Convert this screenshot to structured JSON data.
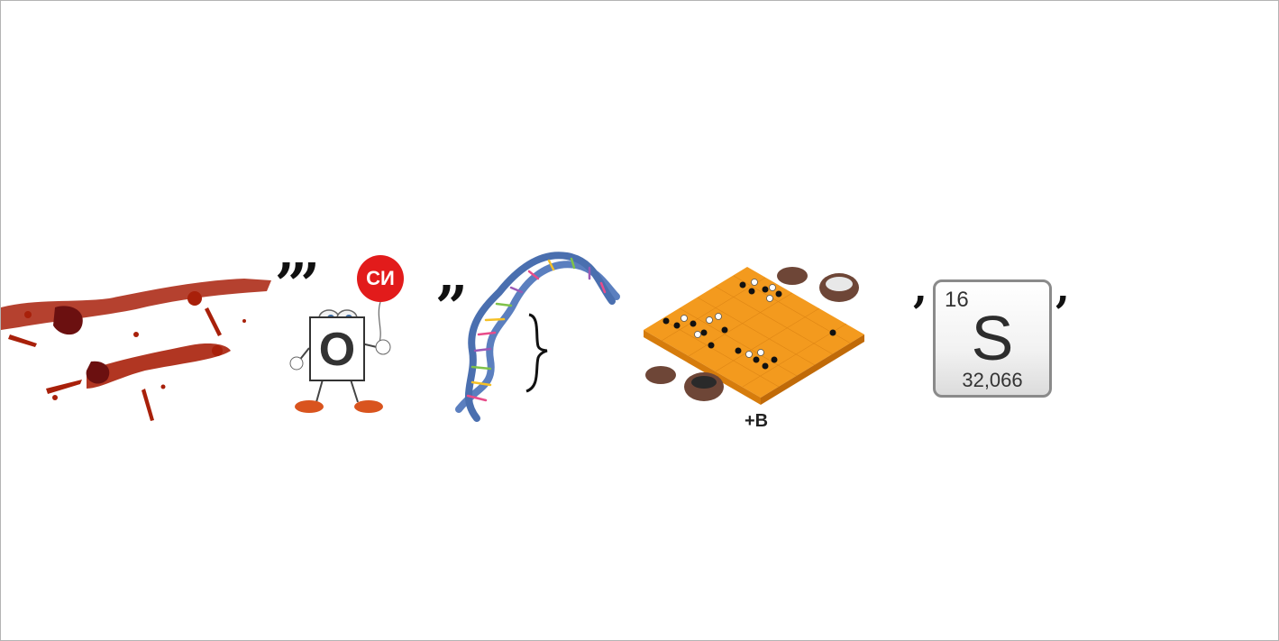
{
  "rebus": {
    "first_commas": ",,,",
    "letter": "О",
    "balloon": "СИ",
    "second_commas": ",,",
    "go_label": "+В",
    "element": {
      "left_comma": ",",
      "number": "16",
      "symbol": "S",
      "mass": "32,066",
      "right_comma": ","
    }
  },
  "colors": {
    "blood": "#a8200a",
    "balloon": "#e21b1b",
    "go_board": "#f39a1e",
    "element_border": "#8a8a8a"
  },
  "icons": [
    "blood-splatter-icon",
    "letter-character-icon",
    "dna-helix-icon",
    "go-board-icon",
    "periodic-element-icon"
  ]
}
